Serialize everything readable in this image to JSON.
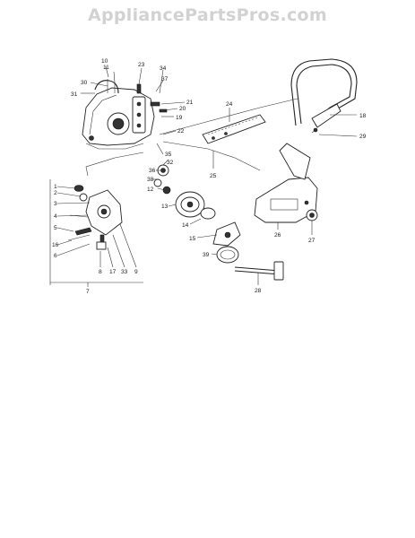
{
  "watermark": "AppliancePartsPros.com",
  "callouts": [
    {
      "text": "10"
    },
    {
      "text": "11"
    },
    {
      "text": "30"
    },
    {
      "text": "31"
    },
    {
      "text": "23"
    },
    {
      "text": "34"
    },
    {
      "text": "37"
    },
    {
      "text": "21"
    },
    {
      "text": "20"
    },
    {
      "text": "19"
    },
    {
      "text": "24"
    },
    {
      "text": "22"
    },
    {
      "text": "35"
    },
    {
      "text": "32"
    },
    {
      "text": "36"
    },
    {
      "text": "38"
    },
    {
      "text": "12"
    },
    {
      "text": "25"
    },
    {
      "text": "13"
    },
    {
      "text": "14"
    },
    {
      "text": "15"
    },
    {
      "text": "39"
    },
    {
      "text": "18"
    },
    {
      "text": "29"
    },
    {
      "text": "26"
    },
    {
      "text": "27"
    },
    {
      "text": "28"
    },
    {
      "text": "1"
    },
    {
      "text": "2"
    },
    {
      "text": "3"
    },
    {
      "text": "4"
    },
    {
      "text": "5"
    },
    {
      "text": "16"
    },
    {
      "text": "6"
    },
    {
      "text": "8"
    },
    {
      "text": "17"
    },
    {
      "text": "33"
    },
    {
      "text": "9"
    },
    {
      "text": "7"
    }
  ]
}
